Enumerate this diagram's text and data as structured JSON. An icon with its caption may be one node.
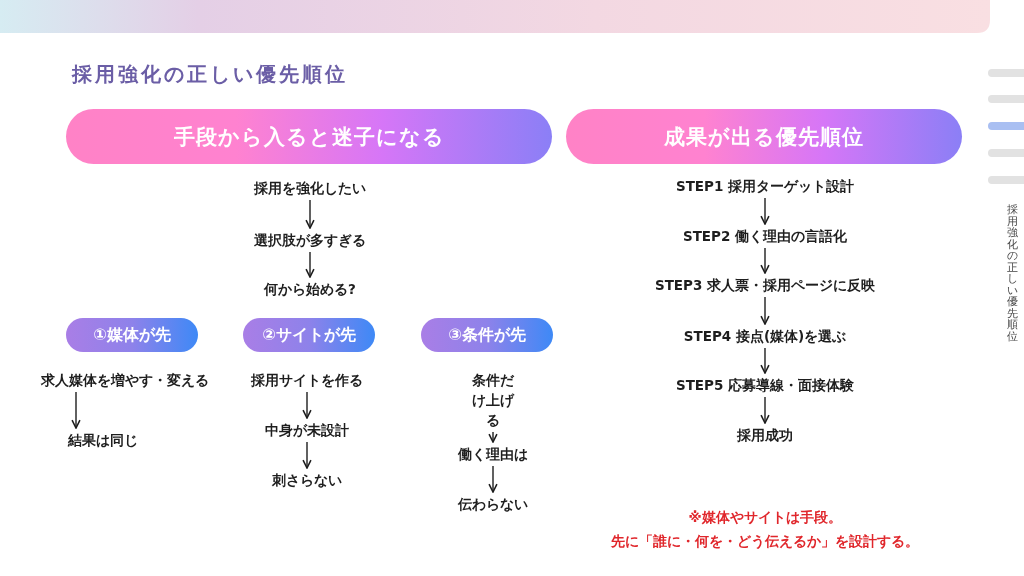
{
  "diagram": {
    "title": "採用強化の正しい優先順位",
    "nodes": [
      {
        "text": [
          "手段から入ると迷子になる"
        ]
      },
      {
        "text": [
          "成果が出る優先順位"
        ]
      },
      {
        "text": [
          "採用を強化したい"
        ]
      },
      {
        "text": [
          "選択肢が多すぎる"
        ]
      },
      {
        "text": [
          "何から始める?"
        ]
      },
      {
        "text": [
          "①媒体が先"
        ]
      },
      {
        "text": [
          "②サイトが先"
        ]
      },
      {
        "text": [
          "③条件が先"
        ]
      },
      {
        "text": [
          "求人媒体を増やす・変える"
        ]
      },
      {
        "text": [
          "結果は同じ"
        ]
      },
      {
        "text": [
          "採用サイトを作る"
        ]
      },
      {
        "text": [
          "中身が未設計"
        ]
      },
      {
        "text": [
          "刺さらない"
        ]
      },
      {
        "text": [
          "条件だけ上げる"
        ]
      },
      {
        "text": [
          "働く理由は"
        ]
      },
      {
        "text": [
          "伝わらない"
        ]
      },
      {
        "text": [
          "STEP1 採用ターゲット設計"
        ]
      },
      {
        "text": [
          "STEP2 働く理由の言語化"
        ]
      },
      {
        "text": [
          "STEP3 求人票・採用ページに反映"
        ]
      },
      {
        "text": [
          "STEP4 接点(媒体)を選ぶ"
        ]
      },
      {
        "text": [
          "STEP5 応募導線・面接体験"
        ]
      },
      {
        "text": [
          "採用成功"
        ]
      }
    ],
    "edges": [
      {
        "from": 2,
        "to": 3,
        "arrow": "to"
      },
      {
        "from": 3,
        "to": 4,
        "arrow": "to"
      },
      {
        "from": 8,
        "to": 9,
        "arrow": "to"
      },
      {
        "from": 10,
        "to": 11,
        "arrow": "to"
      },
      {
        "from": 11,
        "to": 12,
        "arrow": "to"
      },
      {
        "from": 13,
        "to": 14,
        "arrow": "to"
      },
      {
        "from": 14,
        "to": 15,
        "arrow": "to"
      },
      {
        "from": 16,
        "to": 17,
        "arrow": "to"
      },
      {
        "from": 17,
        "to": 18,
        "arrow": "to"
      },
      {
        "from": 18,
        "to": 19,
        "arrow": "to"
      },
      {
        "from": 19,
        "to": 20,
        "arrow": "to"
      },
      {
        "from": 20,
        "to": 21,
        "arrow": "to"
      }
    ],
    "labels": [
      "採用強化の正しい優先順位",
      "※媒体やサイトは手段。",
      "先に「誰に・何を・どう伝えるか」を設計する。"
    ]
  }
}
